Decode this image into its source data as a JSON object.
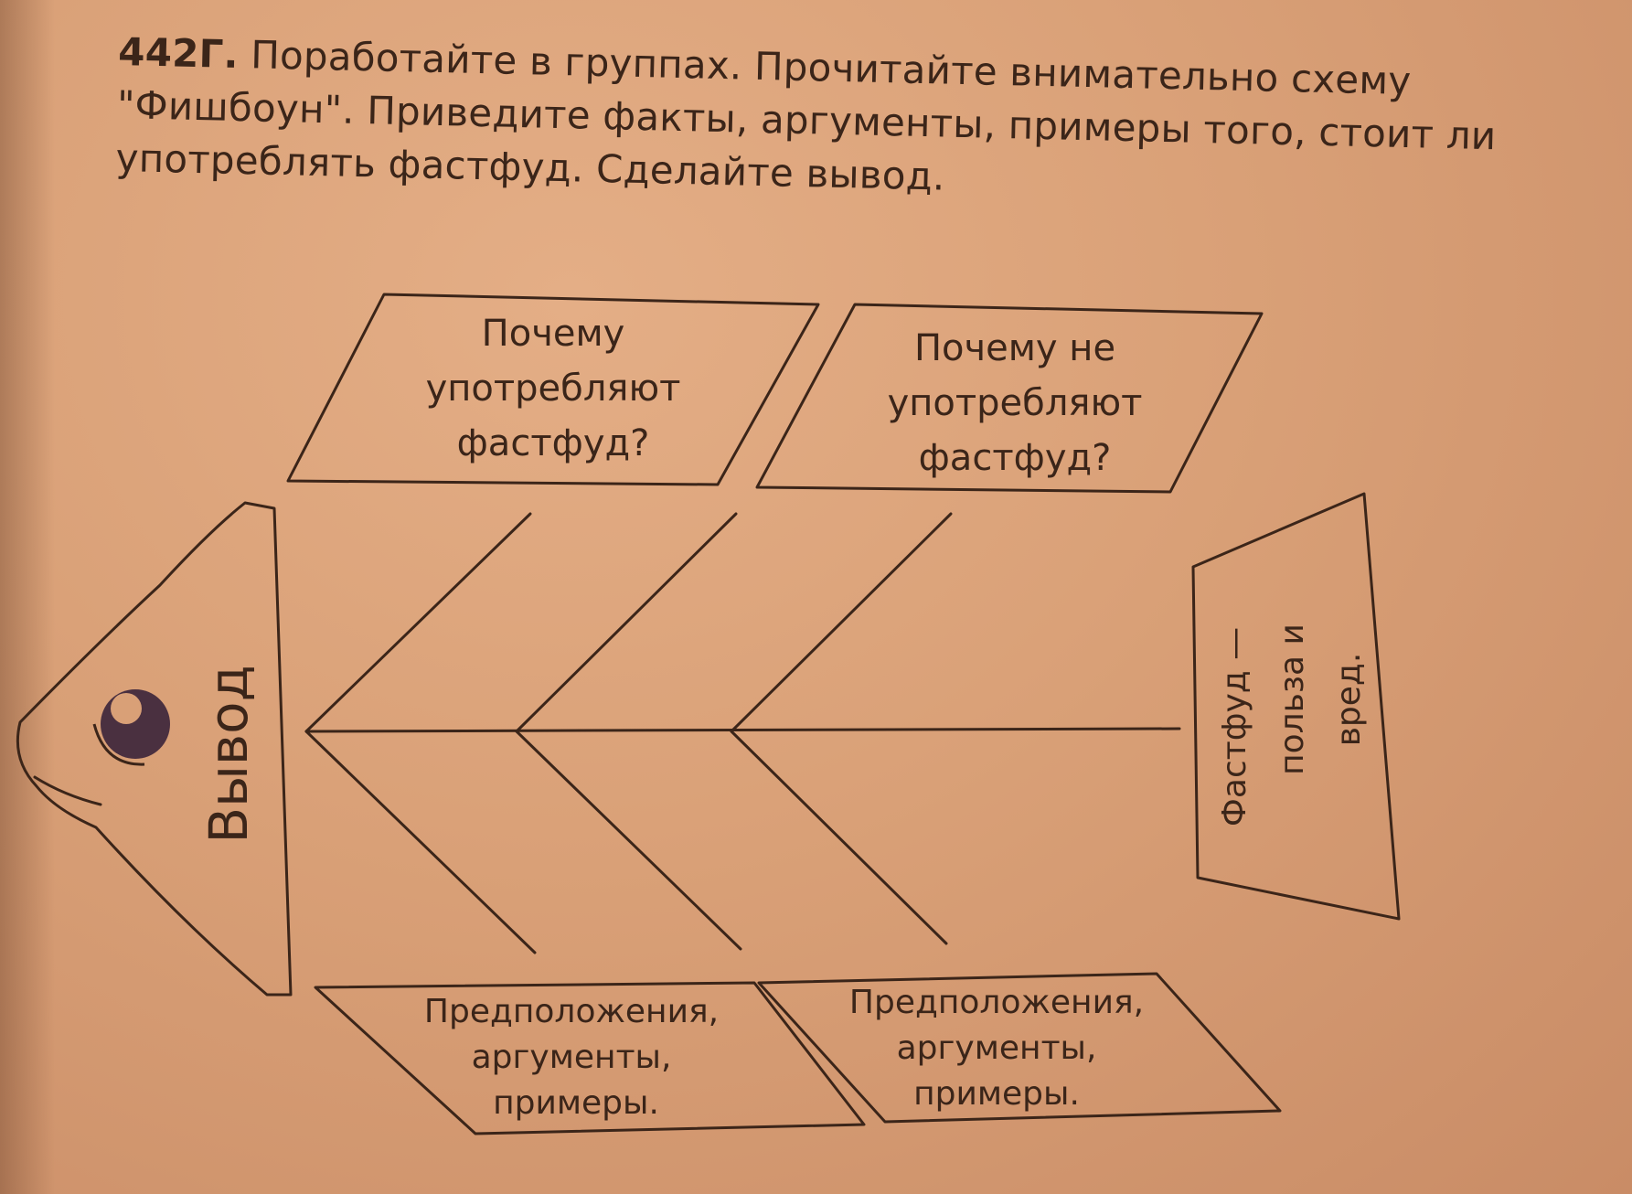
{
  "task": {
    "number": "442Г.",
    "text": "Поработайте в группах. Прочитайте внимательно схему \"Фишбоун\". Приведите факты, аргументы, примеры того, стоит ли употреблять фастфуд. Сделайте вывод."
  },
  "diagram": {
    "head_label": "Вывод",
    "top_left": [
      "Почему",
      "употребляют",
      "фастфуд?"
    ],
    "top_right": [
      "Почему не",
      "употребляют",
      "фастфуд?"
    ],
    "bottom_left": [
      "Предположения,",
      "аргументы,",
      "примеры."
    ],
    "bottom_right": [
      "Предположения,",
      "аргументы,",
      "примеры."
    ],
    "tail": [
      "Фастфуд —",
      "польза и",
      "вред."
    ]
  }
}
